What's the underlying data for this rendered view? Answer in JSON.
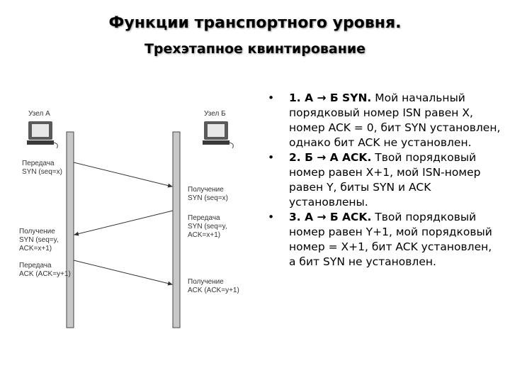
{
  "title": "Функции транспортного уровня.",
  "subtitle": "Трехэтапное квинтирование",
  "diagram": {
    "node_a": "Узел А",
    "node_b": "Узел Б",
    "a_send_syn": [
      "Передача",
      "SYN (seq=x)"
    ],
    "b_recv_syn": [
      "Получение",
      "SYN (seq=x)"
    ],
    "b_send_synack": [
      "Передача",
      "SYN (seq=y,",
      "ACK=x+1)"
    ],
    "a_recv_synack": [
      "Получение",
      "SYN (seq=y,",
      "ACK=x+1)"
    ],
    "a_send_ack": [
      "Передача",
      "ACK (ACK=y+1)"
    ],
    "b_recv_ack": [
      "Получение",
      "ACK (ACK=y+1)"
    ]
  },
  "steps": [
    {
      "head": "1. А → Б SYN.",
      "text": "Мой начальный порядковый номер ISN равен X, номер ACK = 0, бит SYN установлен, однако бит ACK не установлен."
    },
    {
      "head": "2. Б → А ACK.",
      "text": "Твой порядковый номер равен X+1, мой ISN-номер равен Y, биты SYN и ACK установлены."
    },
    {
      "head": "3. А → Б ACK.",
      "text": "Твой порядковый номер равен Y+1, мой порядковый номер = X+1, бит ACK установлен, а бит SYN не установлен."
    }
  ]
}
